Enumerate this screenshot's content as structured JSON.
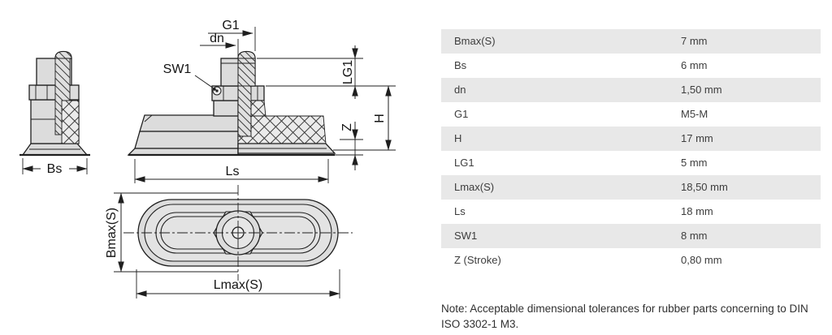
{
  "drawing": {
    "labels": {
      "g1": "G1",
      "dn": "dn",
      "sw1": "SW1",
      "lg1": "LG1",
      "z": "Z",
      "h": "H",
      "ls": "Ls",
      "bs": "Bs",
      "bmax_s": "Bmax(S)",
      "lmax_s": "Lmax(S)"
    }
  },
  "table": {
    "rows": [
      {
        "label": "Bmax(S)",
        "value": "7 mm"
      },
      {
        "label": "Bs",
        "value": "6 mm"
      },
      {
        "label": "dn",
        "value": "1,50 mm"
      },
      {
        "label": "G1",
        "value": "M5-M"
      },
      {
        "label": "H",
        "value": "17 mm"
      },
      {
        "label": "LG1",
        "value": "5 mm"
      },
      {
        "label": "Lmax(S)",
        "value": "18,50 mm"
      },
      {
        "label": "Ls",
        "value": "18 mm"
      },
      {
        "label": "SW1",
        "value": "8 mm"
      },
      {
        "label": "Z (Stroke)",
        "value": "0,80 mm"
      }
    ]
  },
  "note": "Note: Acceptable dimensional tolerances for rubber parts concerning to DIN ISO 3302-1 M3.",
  "colors": {
    "row_alt": "#e8e8e8",
    "table_text": "#3d3d3d",
    "line": "#1f1f1f",
    "fill_light": "#dcdcdc"
  }
}
